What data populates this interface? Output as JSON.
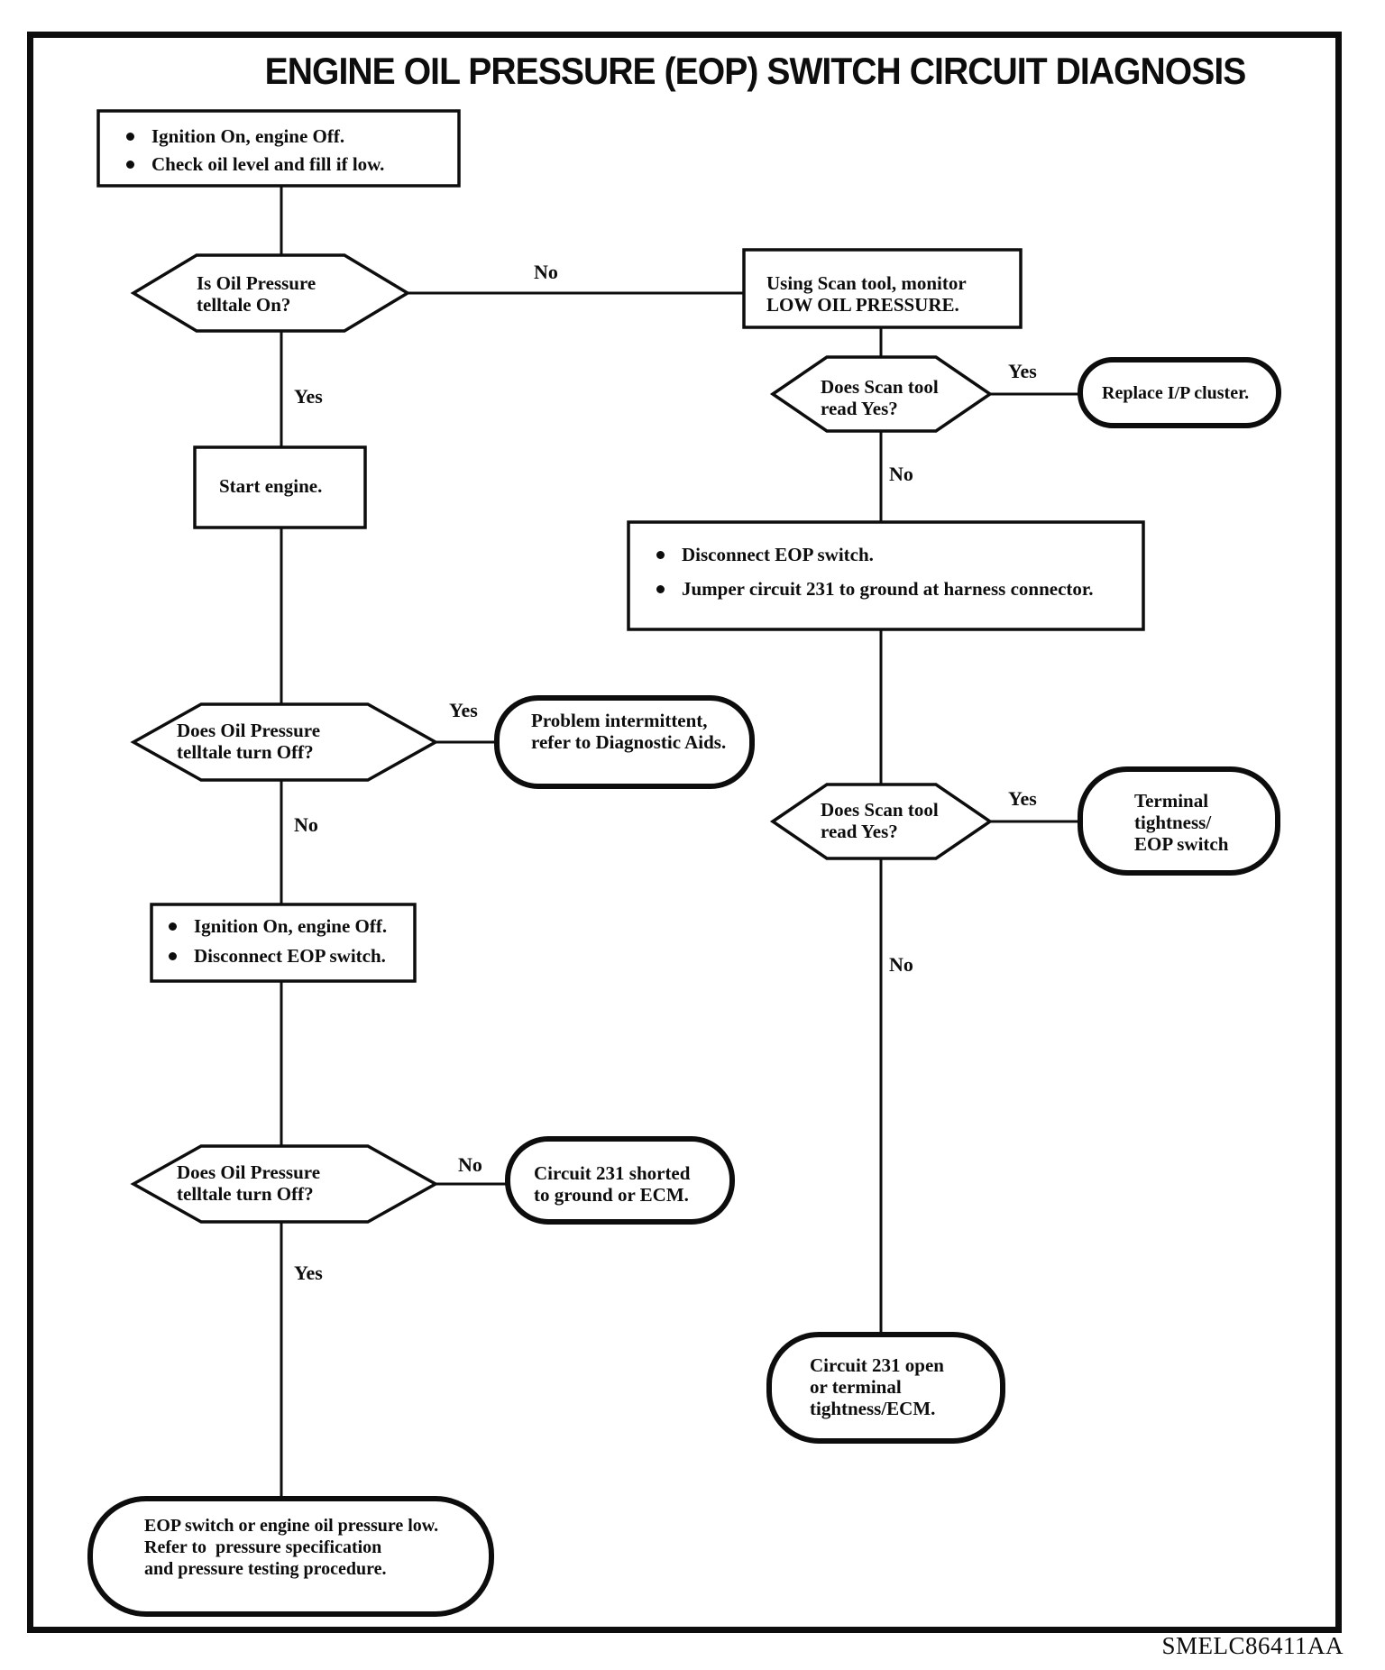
{
  "title": "ENGINE OIL PRESSURE (EOP) SWITCH CIRCUIT DIAGNOSIS",
  "footer_code": "SMELC86411AA",
  "colors": {
    "ink": "#0d0d0d",
    "paper": "#ffffff"
  },
  "nodes": {
    "initial_checks": {
      "bullets": [
        "Ignition On, engine Off.",
        "Check oil level and fill if low."
      ]
    },
    "is_oil_pressure_telltale_on": {
      "text": "Is Oil Pressure\ntelltale On?"
    },
    "using_scan_tool": {
      "text": "Using Scan tool, monitor\nLOW OIL PRESSURE."
    },
    "does_scan_tool_read_yes_1": {
      "text": "Does Scan tool\nread Yes?"
    },
    "replace_ip_cluster": {
      "text": "Replace I/P cluster."
    },
    "start_engine": {
      "text": "Start engine."
    },
    "disconnect_jumper": {
      "bullets": [
        "Disconnect EOP switch.",
        "Jumper circuit 231 to ground at harness connector."
      ]
    },
    "does_telltale_turn_off_1": {
      "text": "Does Oil Pressure\ntelltale turn Off?"
    },
    "problem_intermittent": {
      "text": "Problem intermittent,\nrefer to Diagnostic Aids."
    },
    "does_scan_tool_read_yes_2": {
      "text": "Does Scan tool\nread Yes?"
    },
    "terminal_tightness": {
      "text": "Terminal\ntightness/\nEOP switch"
    },
    "ignition_disconnect": {
      "bullets": [
        "Ignition On, engine Off.",
        "Disconnect EOP switch."
      ]
    },
    "does_telltale_turn_off_2": {
      "text": "Does Oil Pressure\ntelltale turn Off?"
    },
    "circuit_231_shorted": {
      "text": "Circuit 231 shorted\nto ground or ECM."
    },
    "circuit_231_open": {
      "text": "Circuit 231 open\nor terminal\ntightness/ECM."
    },
    "eop_switch_low": {
      "text": "EOP switch or engine oil pressure low.\nRefer to  pressure specification\nand pressure testing procedure."
    }
  },
  "labels": {
    "no_telltale_on": "No",
    "yes_telltale_on": "Yes",
    "yes_scan_1": "Yes",
    "no_scan_1": "No",
    "yes_turn_off_1": "Yes",
    "no_turn_off_1": "No",
    "yes_scan_2": "Yes",
    "no_scan_2": "No",
    "no_turn_off_2": "No",
    "yes_turn_off_2": "Yes"
  }
}
